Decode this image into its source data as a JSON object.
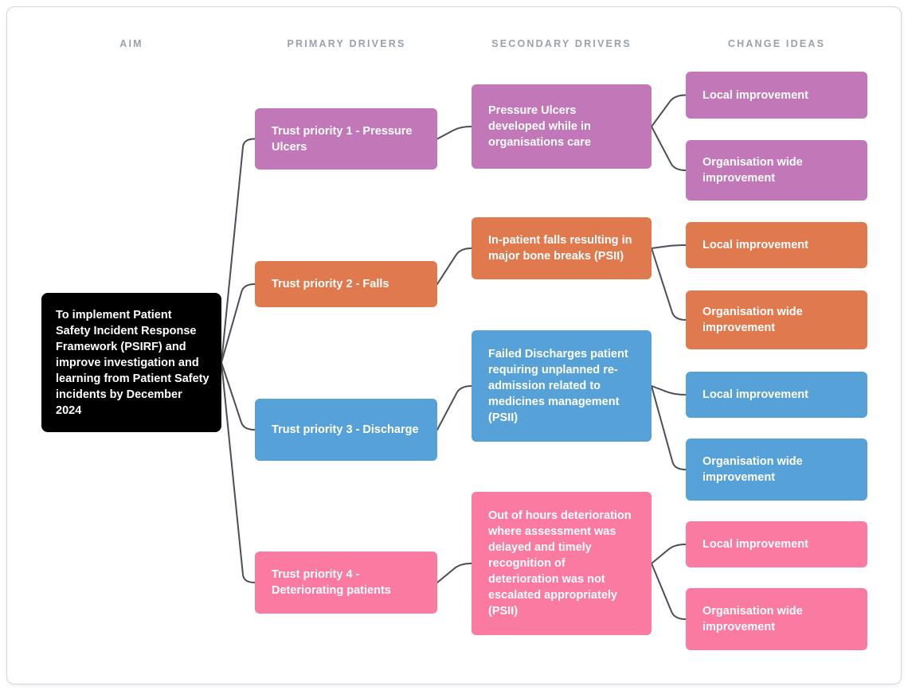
{
  "headers": [
    "AIM",
    "PRIMARY DRIVERS",
    "SECONDARY DRIVERS",
    "CHANGE IDEAS"
  ],
  "aim": {
    "text": "To implement Patient Safety Incident Response Framework (PSIRF) and improve investigation and learning from Patient Safety incidents by December 2024",
    "color": "#000000"
  },
  "branches": [
    {
      "color": "#c277b8",
      "primary": "Trust priority 1 - Pressure Ulcers",
      "secondary": "Pressure Ulcers developed while in organisations care",
      "change_ideas": [
        "Local improvement",
        "Organisation wide improvement"
      ]
    },
    {
      "color": "#e1794e",
      "primary": "Trust priority 2 - Falls",
      "secondary": "In-patient falls resulting in major bone breaks (PSII)",
      "change_ideas": [
        "Local improvement",
        "Organisation wide improvement"
      ]
    },
    {
      "color": "#56a1d8",
      "primary": "Trust priority 3 - Discharge",
      "secondary": "Failed Discharges patient requiring unplanned re-admission related to medicines management (PSII)",
      "change_ideas": [
        "Local improvement",
        "Organisation wide improvement"
      ]
    },
    {
      "color": "#fb7aa2",
      "primary": "Trust priority 4 - Deteriorating patients",
      "secondary": "Out of hours deterioration where assessment was delayed and timely recognition of deterioration was not escalated appropriately (PSII)",
      "change_ideas": [
        "Local improvement",
        "Organisation wide improvement"
      ]
    }
  ],
  "colors": {
    "connector": "#4b4d59",
    "header_text": "#9aa1ab",
    "card_border": "#cfd7e0",
    "card_background": "#ffffff"
  }
}
